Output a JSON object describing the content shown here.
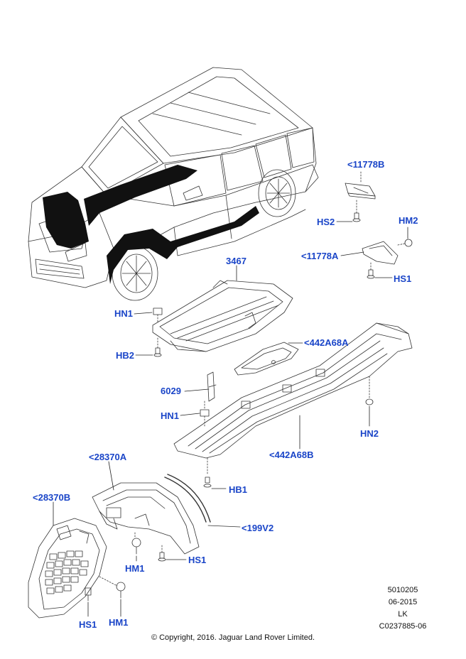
{
  "callouts": {
    "c11778b": "<11778B",
    "hs2": "HS2",
    "hm2": "HM2",
    "c11778a": "<11778A",
    "hs1_top": "HS1",
    "p3467": "3467",
    "hn1_top": "HN1",
    "hb2": "HB2",
    "c442a68a": "<442A68A",
    "p6029": "6029",
    "hn1_mid": "HN1",
    "hn2": "HN2",
    "c442a68b": "<442A68B",
    "c28370a": "<28370A",
    "hb1": "HB1",
    "c28370b": "<28370B",
    "c199v2": "<199V2",
    "hm1_mid": "HM1",
    "hs1_mid": "HS1",
    "hs1_bottom": "HS1",
    "hm1_bottom": "HM1"
  },
  "meta": {
    "code": "5010205",
    "date": "06-2015",
    "initials": "LK",
    "ref": "C0237885-06"
  },
  "copyright": "© Copyright, 2016. Jaguar Land Rover Limited.",
  "colors": {
    "callout": "#1a45c8",
    "line": "#222222",
    "highlight": "#111111"
  }
}
